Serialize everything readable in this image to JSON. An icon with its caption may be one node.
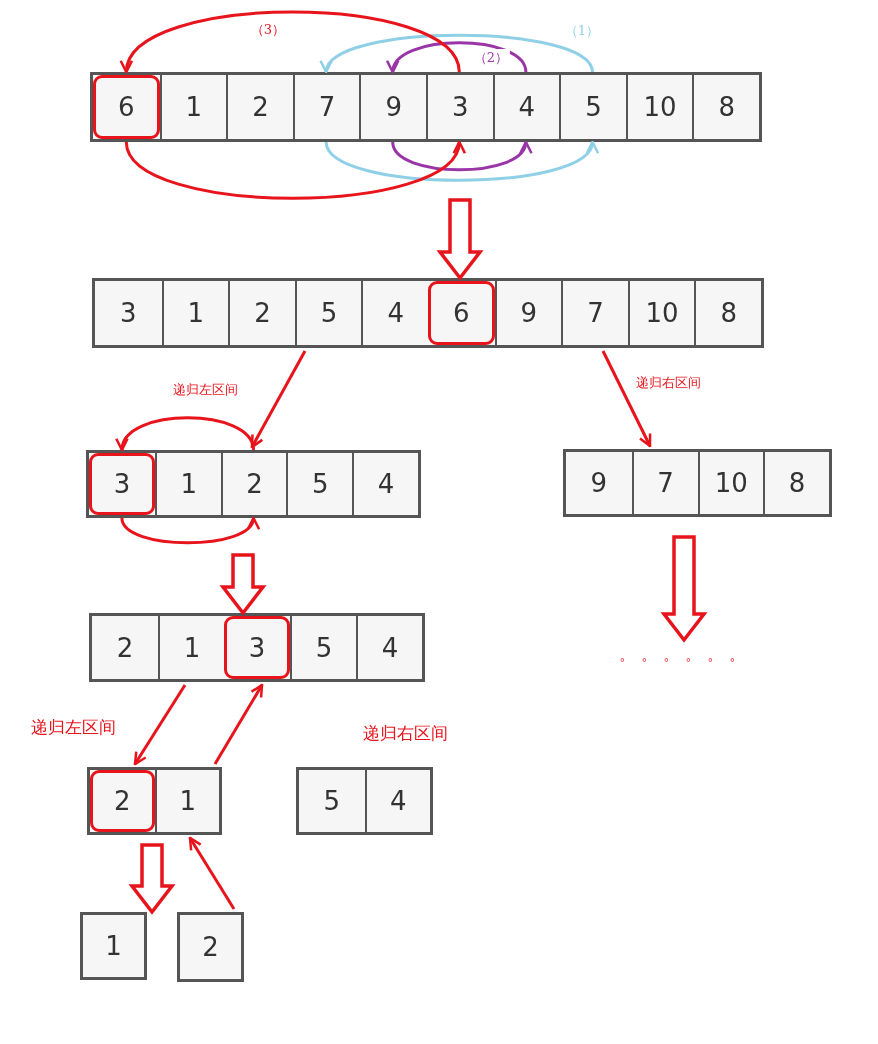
{
  "diagram": {
    "nodes": [
      {
        "text": [],
        "shape": "box"
      },
      {
        "text": [
          "6"
        ],
        "in": 0
      },
      {
        "text": [
          "1"
        ],
        "in": 0
      },
      {
        "text": [
          "2"
        ],
        "in": 0
      },
      {
        "text": [
          "7"
        ],
        "in": 0
      },
      {
        "text": [
          "9"
        ],
        "in": 0
      },
      {
        "text": [
          "3"
        ],
        "in": 0
      },
      {
        "text": [
          "4"
        ],
        "in": 0
      },
      {
        "text": [
          "5"
        ],
        "in": 0
      },
      {
        "text": [
          "10"
        ],
        "in": 0
      },
      {
        "text": [
          "8"
        ],
        "in": 0
      },
      {
        "text": [],
        "shape": "box"
      },
      {
        "text": [
          "3"
        ],
        "in": 11
      },
      {
        "text": [
          "1"
        ],
        "in": 11
      },
      {
        "text": [
          "2"
        ],
        "in": 11
      },
      {
        "text": [
          "5"
        ],
        "in": 11
      },
      {
        "text": [
          "4"
        ],
        "in": 11
      },
      {
        "text": [
          "6"
        ],
        "in": 11
      },
      {
        "text": [
          "9"
        ],
        "in": 11
      },
      {
        "text": [
          "7"
        ],
        "in": 11
      },
      {
        "text": [
          "10"
        ],
        "in": 11
      },
      {
        "text": [
          "8"
        ],
        "in": 11
      },
      {
        "text": [],
        "shape": "box"
      },
      {
        "text": [
          "3"
        ],
        "in": 22
      },
      {
        "text": [
          "1"
        ],
        "in": 22
      },
      {
        "text": [
          "2"
        ],
        "in": 22
      },
      {
        "text": [
          "5"
        ],
        "in": 22
      },
      {
        "text": [
          "4"
        ],
        "in": 22
      },
      {
        "text": [],
        "shape": "box"
      },
      {
        "text": [
          "9"
        ],
        "in": 28
      },
      {
        "text": [
          "7"
        ],
        "in": 28
      },
      {
        "text": [
          "10"
        ],
        "in": 28
      },
      {
        "text": [
          "8"
        ],
        "in": 28
      },
      {
        "text": [],
        "shape": "box"
      },
      {
        "text": [
          "2"
        ],
        "in": 33
      },
      {
        "text": [
          "1"
        ],
        "in": 33
      },
      {
        "text": [
          "3"
        ],
        "in": 33
      },
      {
        "text": [
          "5"
        ],
        "in": 33
      },
      {
        "text": [
          "4"
        ],
        "in": 33
      },
      {
        "text": [
          "。。。。。。"
        ]
      },
      {
        "text": [],
        "shape": "box"
      },
      {
        "text": [
          "2"
        ],
        "in": 40
      },
      {
        "text": [
          "1"
        ],
        "in": 40
      },
      {
        "text": [],
        "shape": "box"
      },
      {
        "text": [
          "5"
        ],
        "in": 43
      },
      {
        "text": [
          "4"
        ],
        "in": 43
      },
      {
        "text": [
          "1"
        ]
      },
      {
        "text": [
          "2"
        ]
      }
    ],
    "edges": [
      {
        "from": 8,
        "to": 4,
        "arrow": "to",
        "color": "#8fd0e6",
        "label": "（1）"
      },
      {
        "from": 4,
        "to": 8,
        "arrow": "to",
        "color": "#8fd0e6"
      },
      {
        "from": 7,
        "to": 5,
        "arrow": "to",
        "color": "#9a35a8",
        "label": "（2）"
      },
      {
        "from": 5,
        "to": 7,
        "arrow": "to",
        "color": "#9a35a8"
      },
      {
        "from": 6,
        "to": 1,
        "arrow": "to",
        "label": "（3）"
      },
      {
        "from": 1,
        "to": 6,
        "arrow": "to"
      },
      {
        "from": 0,
        "to": 11,
        "arrow": "to",
        "style": "thick"
      },
      {
        "from": 11,
        "to": 22,
        "arrow": "to",
        "label": "递归左区间"
      },
      {
        "from": 11,
        "to": 28,
        "arrow": "to",
        "label": "递归右区间"
      },
      {
        "from": 25,
        "to": 23,
        "arrow": "to"
      },
      {
        "from": 23,
        "to": 25,
        "arrow": "to"
      },
      {
        "from": 22,
        "to": 33,
        "arrow": "to",
        "style": "thick"
      },
      {
        "from": 28,
        "to": 39,
        "arrow": "to",
        "style": "thick"
      },
      {
        "from": 33,
        "to": 40,
        "arrow": "to",
        "label": "递归左区间"
      },
      {
        "from": 40,
        "to": 33,
        "arrow": "to"
      },
      {
        "from": 40,
        "to": 46,
        "arrow": "to",
        "style": "thick"
      },
      {
        "from": 47,
        "to": 40,
        "arrow": "to"
      }
    ],
    "labels": [
      "递归右区间"
    ]
  }
}
